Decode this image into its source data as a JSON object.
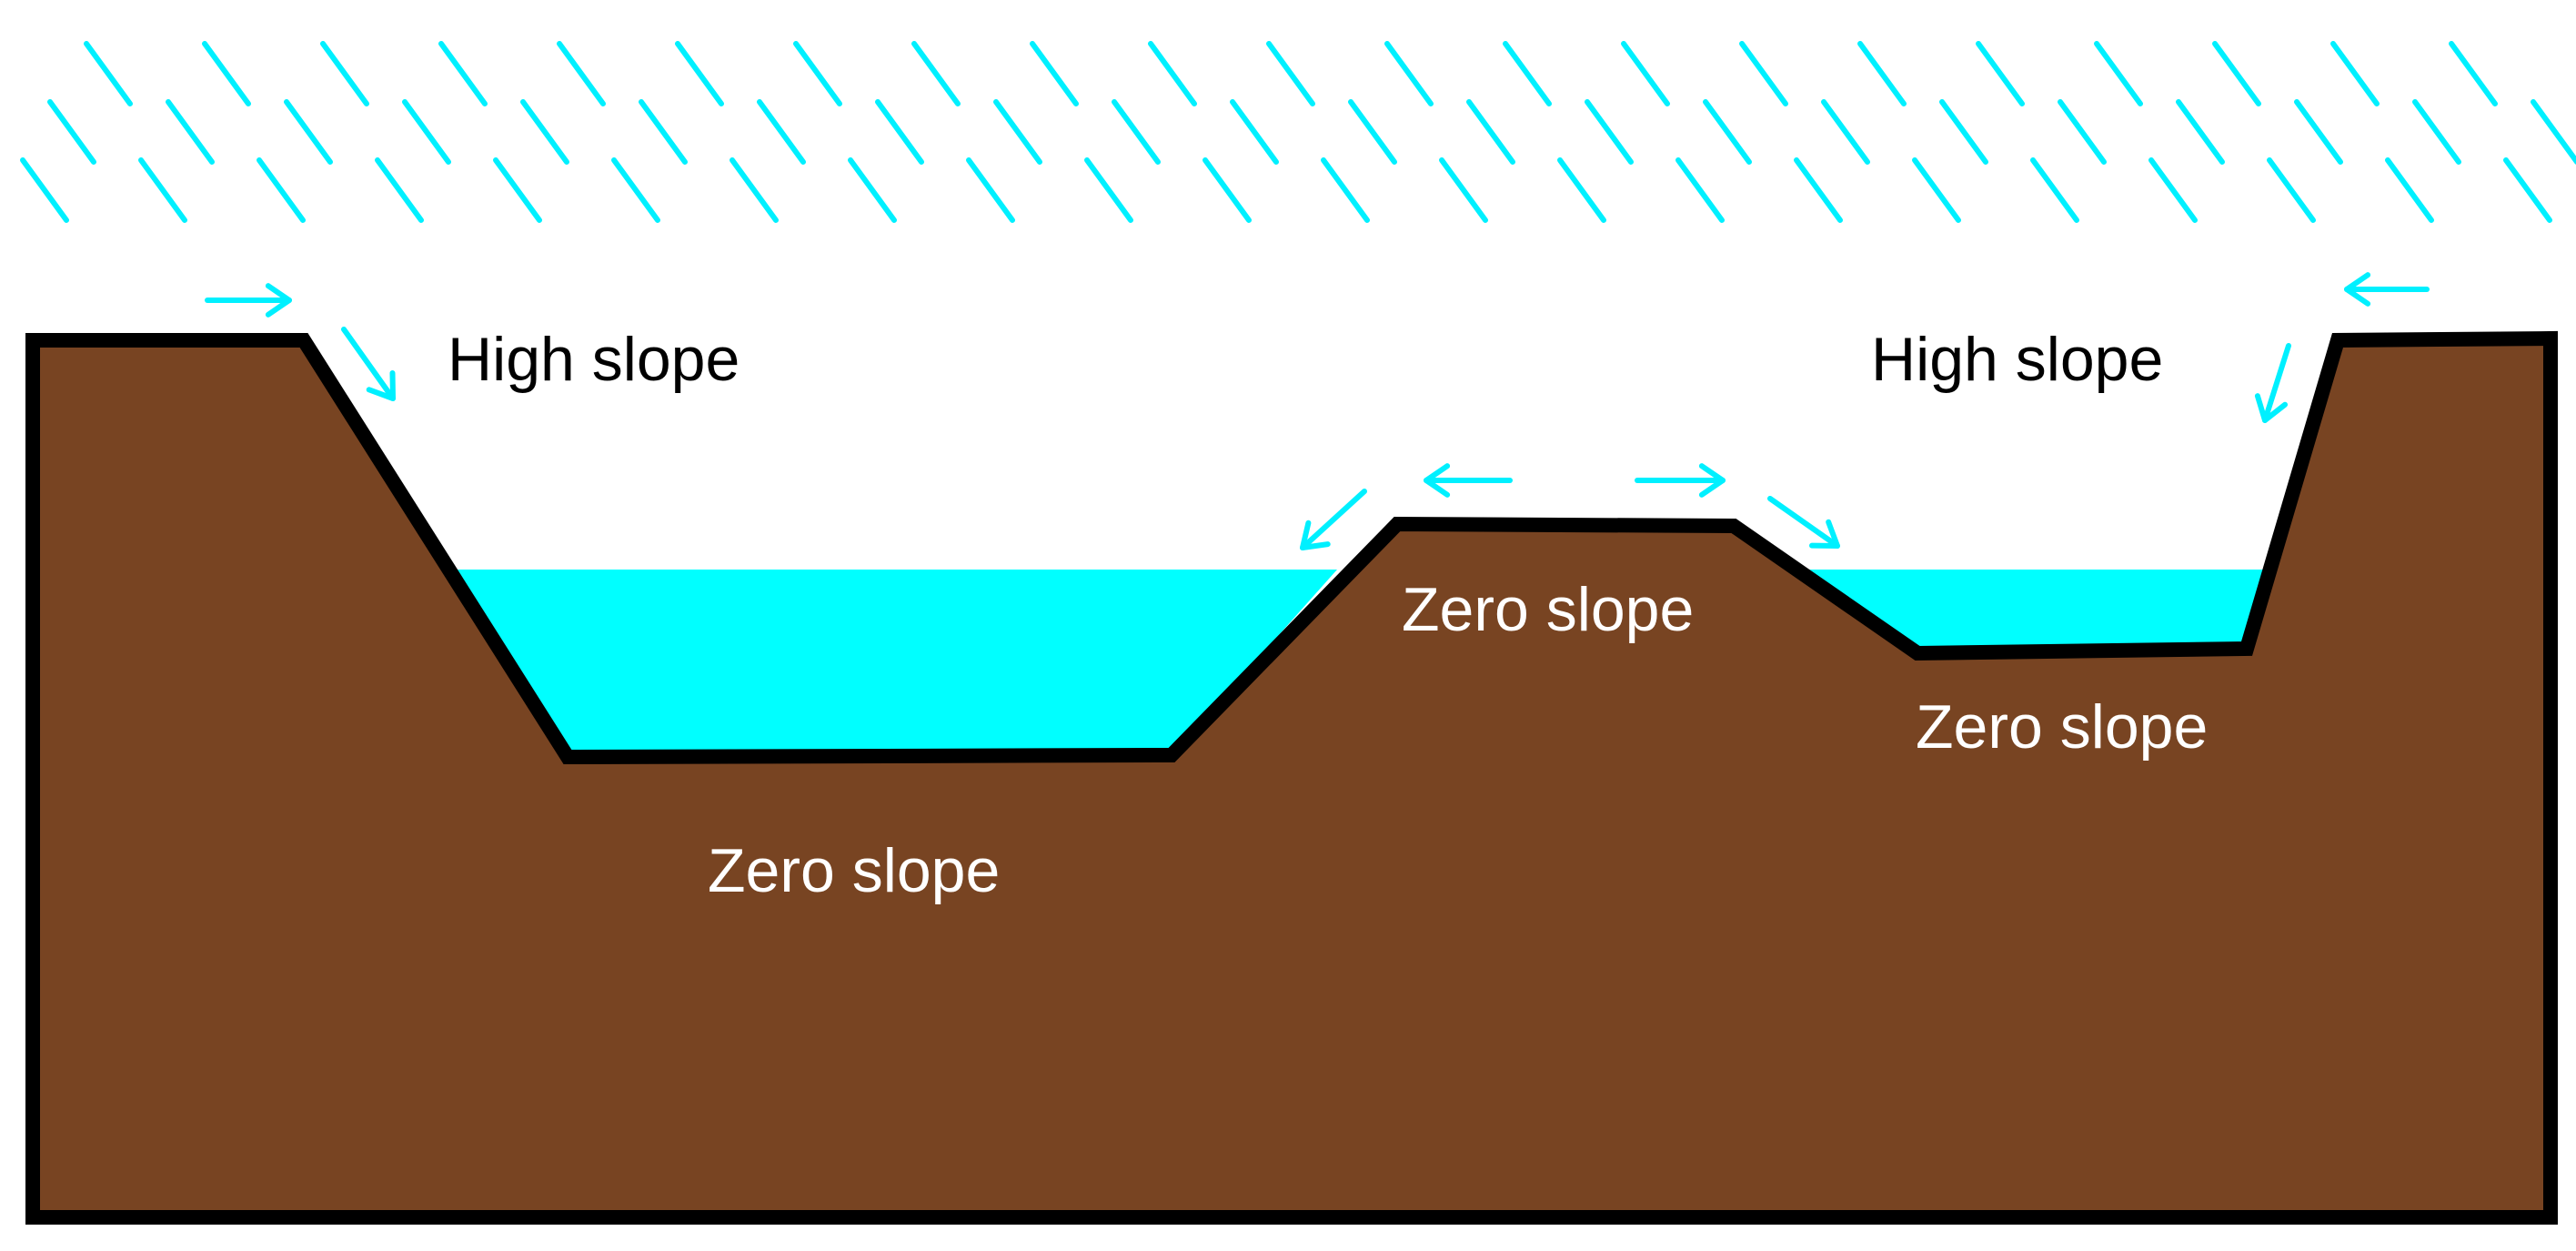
{
  "colors": {
    "background": "#ffffff",
    "rain": "#00f0ff",
    "water": "#00ffff",
    "soil": "#784422",
    "outline": "#000000",
    "label_dark": "#000000",
    "label_light": "#ffffff"
  },
  "labels": {
    "high_slope_left": "High slope",
    "high_slope_right": "High slope",
    "zero_slope_left_basin": "Zero slope",
    "zero_slope_plateau": "Zero slope",
    "zero_slope_right_basin": "Zero slope"
  },
  "icons": {
    "rain": "rain-streak-icon",
    "flow": "flow-arrow-icon"
  }
}
